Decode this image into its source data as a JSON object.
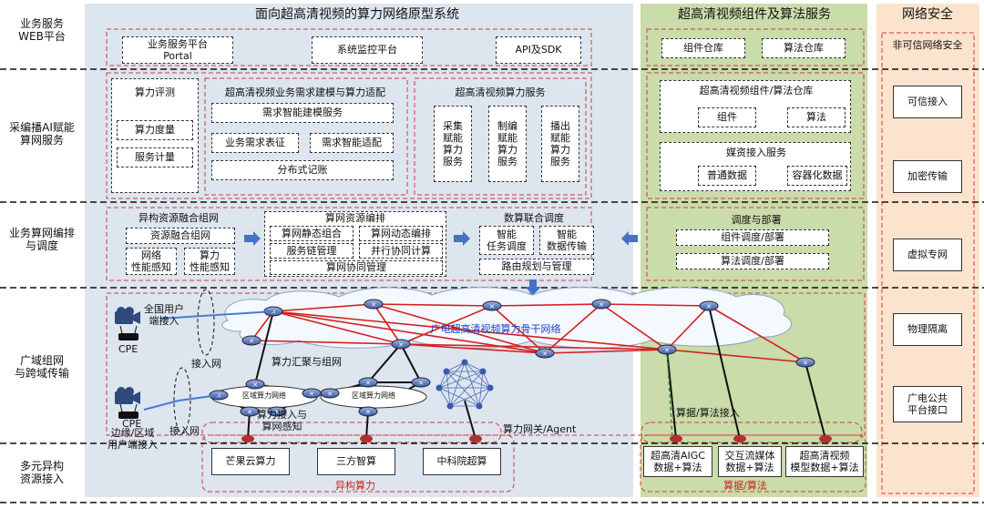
{
  "layers": {
    "web": "业务服务\nWEB平台",
    "ai": "采编播AI赋能\n算网服务",
    "orch": "业务算网编排\n与调度",
    "wan": "广域组网\n与跨域传输",
    "res": "多元异构\n资源接入"
  },
  "headers": {
    "main": "面向超高清视频的算力网络原型系统",
    "components": "超高清视频组件及算法服务",
    "security": "网络安全"
  },
  "web_boxes": [
    "业务服务平台\nPortal",
    "系统监控平台",
    "API及SDK"
  ],
  "comp_web_boxes": [
    "组件仓库",
    "算法仓库"
  ],
  "ai": {
    "compute_eval": "算力评测",
    "compute_measure": "算力度量",
    "service_meter": "服务计量",
    "modeling_title": "超高清视频业务需求建模与算力适配",
    "smart_modeling": "需求智能建模服务",
    "demand_char": "业务需求表征",
    "smart_adapt": "需求智能适配",
    "ledger": "分布式记账",
    "uhd_title": "超高清视频算力服务",
    "uhd_items": [
      "采集\n赋能\n算力\n服务",
      "制编\n赋能\n算力\n服务",
      "播出\n赋能\n算力\n服务"
    ]
  },
  "comp_ai": {
    "repo_title": "超高清视频组件/算法仓库",
    "component": "组件",
    "algorithm": "算法",
    "media_title": "媒资接入服务",
    "normal_data": "普通数据",
    "container_data": "容器化数据"
  },
  "orch": {
    "hetero_title": "异构资源融合组网",
    "hetero_fusion": "资源融合组网",
    "net_perception": "网络\n性能感知",
    "compute_perception": "算力\n性能感知",
    "orch_title": "算网资源编排",
    "static": "算网静态组合",
    "dynamic": "算网动态编排",
    "service_chain": "服务链管理",
    "parallel": "并行协同计算",
    "collab": "算网协同管理",
    "joint_title": "数算联合调度",
    "task_sched": "智能\n任务调度",
    "data_trans": "智能\n数据传输",
    "routing": "路由规划与管理"
  },
  "comp_orch": {
    "title": "调度与部署",
    "comp_deploy": "组件调度/部署",
    "algo_deploy": "算法调度/部署"
  },
  "wan": {
    "backbone": "广电超高清视频算力骨干网络",
    "national_access": "全国用户\n端接入",
    "cpe": "CPE",
    "access_net": "接入网",
    "aggregation": "算力汇聚与组网",
    "regional_net": "区域算力网络",
    "edge_access": "边缘/区域\n用户端接入",
    "compute_access": "算力接入与\n算网感知",
    "gateway": "算力网关/Agent",
    "data_algo_access": "算据/算法接入"
  },
  "res": {
    "mango": "芒果云算力",
    "third_party": "三方智算",
    "cas": "中科院超算",
    "hetero_label": "异构算力",
    "aigc": "超高清AIGC\n数据+算法",
    "interactive": "交互流媒体\n数据+算法",
    "uhd_model": "超高清视频\n模型数据+算法",
    "data_algo_label": "算据/算法"
  },
  "security": {
    "untrusted": "非可信网络安全",
    "items": [
      "可信接入",
      "加密传输",
      "虚拟专网",
      "物理隔离",
      "广电公共\n平台接口"
    ]
  },
  "colors": {
    "main_panel": "#dde5ef",
    "comp_panel": "#c9dca9",
    "sec_panel": "#fce3cd",
    "red_line": "#d42020",
    "arrow_blue": "#4472c4",
    "db_red": "#e23a3a",
    "db_yellow": "#f2c200"
  }
}
